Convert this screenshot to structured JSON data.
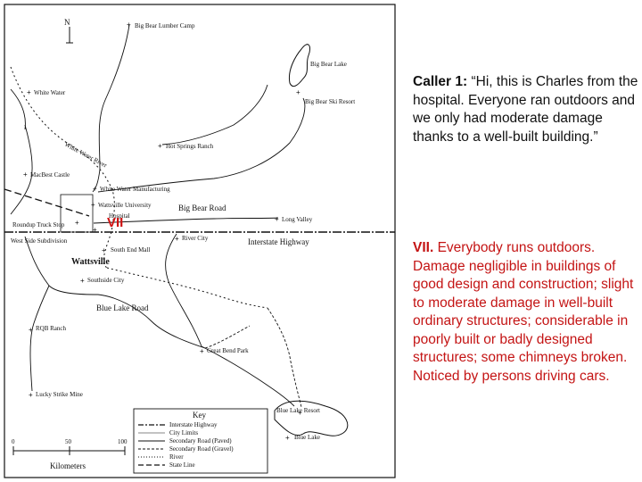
{
  "map": {
    "north_label": "N",
    "places": {
      "lumber_camp": "Big Bear Lumber Camp",
      "big_bear_lake": "Big Bear Lake",
      "ski_resort": "Big Bear Ski Resort",
      "white_water": "White Water",
      "hot_springs": "Hot Springs Ranch",
      "macbest": "MacBest Castle",
      "ww_manufacturing": "White Water Manufacturing",
      "wattsville_univ": "Wattsville University",
      "hospital": "Hospital",
      "roundup": "Roundup Truck Stop",
      "westside": "West Side Subdivision",
      "south_end_mall": "South End Mall",
      "wattsville": "Wattsville",
      "river_city": "River City",
      "long_valley": "Long Valley",
      "southside": "Southside City",
      "rqb_ranch": "RQB Ranch",
      "great_bend": "Great Bend Park",
      "lucky_strike": "Lucky Strike Mine",
      "blue_lake_resort": "Blue Lake Resort",
      "blue_lake": "Blue Lake"
    },
    "roads": {
      "big_bear_road": "Big Bear Road",
      "interstate": "Interstate Highway",
      "blue_lake_road": "Blue Lake Road",
      "river": "White Water River"
    },
    "intensity_marker": "VII",
    "key": {
      "title": "Key",
      "items": [
        "Interstate Highway",
        "City Limits",
        "Secondary Road (Paved)",
        "Secondary Road (Gravel)",
        "River",
        "State Line"
      ]
    },
    "scale": {
      "ticks": [
        "0",
        "50",
        "100"
      ],
      "unit": "Kilometers"
    }
  },
  "caller": {
    "name": "Caller 1:",
    "quote": " “Hi, this is Charles from the hospital. Everyone ran outdoors and we only had moderate damage thanks to a well-built building.”"
  },
  "scale_description": {
    "level": "VII.",
    "text": " Everybody runs outdoors. Damage negligible in buildings of good design and construction; slight to moderate damage in well-built ordinary structures; considerable in poorly built or badly designed structures; some chimneys broken. Noticed by persons driving cars."
  },
  "colors": {
    "accent_red": "#d01010",
    "text_red": "#c41414"
  }
}
